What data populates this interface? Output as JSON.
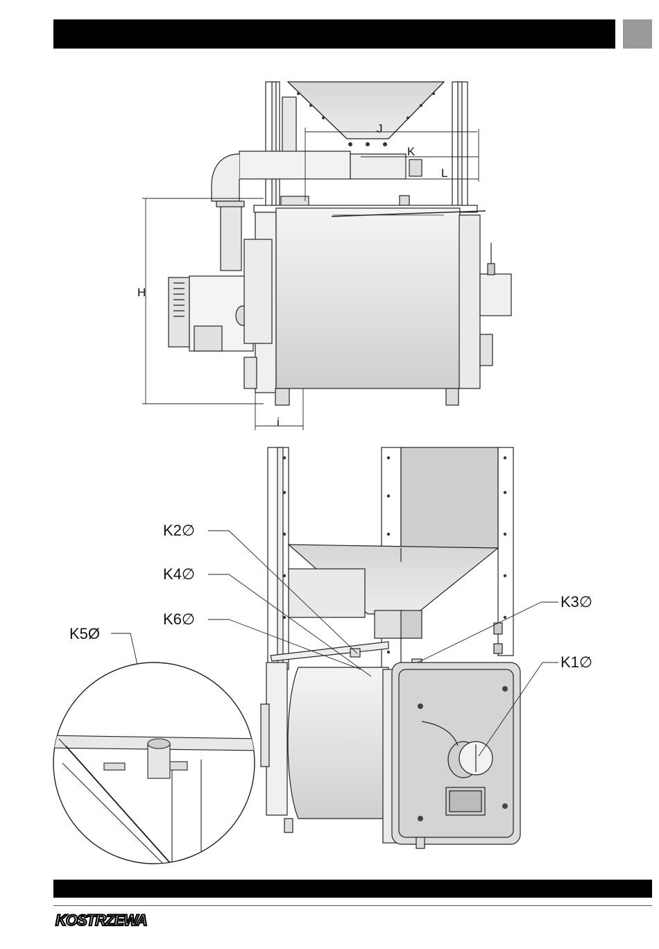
{
  "brand": {
    "logo_text": "KOSTRZEWA",
    "color": "#000000"
  },
  "top_diagram": {
    "labels": {
      "J": "J",
      "K": "K",
      "L": "L",
      "H": "H",
      "i": "i"
    }
  },
  "bottom_diagram": {
    "labels": {
      "K1": "K1∅",
      "K2": "K2∅",
      "K3": "K3∅",
      "K4": "K4∅",
      "K5": "K5Ø",
      "K6": "K6∅"
    }
  },
  "colors": {
    "header_bar": "#000000",
    "side_tab": "#9a9a9a",
    "panel_gray": "#d9d9d9"
  }
}
